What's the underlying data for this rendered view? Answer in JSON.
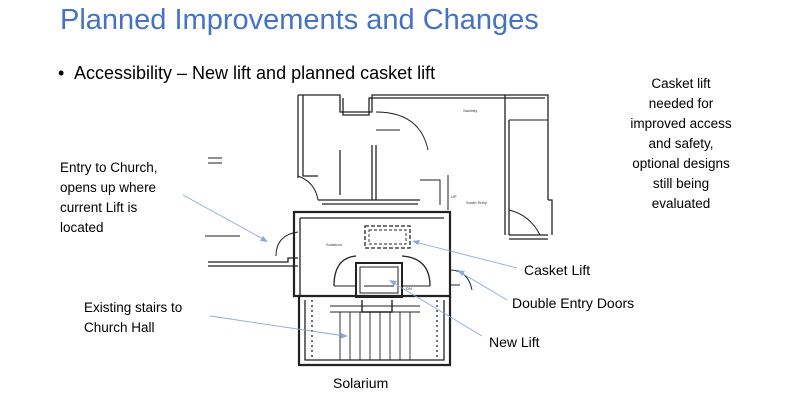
{
  "slide": {
    "title": "Planned Improvements and Changes",
    "bullet": "Accessibility – New lift and planned casket lift",
    "casket_note_lines": [
      "Casket lift",
      "needed for",
      "improved access",
      "and safety,",
      "optional designs",
      "still being",
      "evaluated"
    ],
    "entry_note_lines": [
      "Entry to Church,",
      "opens up where",
      "current Lift is",
      "located"
    ],
    "stairs_note_lines": [
      "Existing stairs to",
      "Church Hall"
    ],
    "labels": {
      "casket_lift": "Casket Lift",
      "double_doors": "Double Entry Doors",
      "new_lift": "New Lift",
      "solarium": "Solarium"
    },
    "plan_labels": {
      "sacristy": "Sacristy",
      "south_entry": "South Entry",
      "solarium": "Solarium",
      "up": "UP",
      "dn": "DN"
    },
    "colors": {
      "title": "#4472c4",
      "arrow": "#8fa8d8"
    }
  }
}
